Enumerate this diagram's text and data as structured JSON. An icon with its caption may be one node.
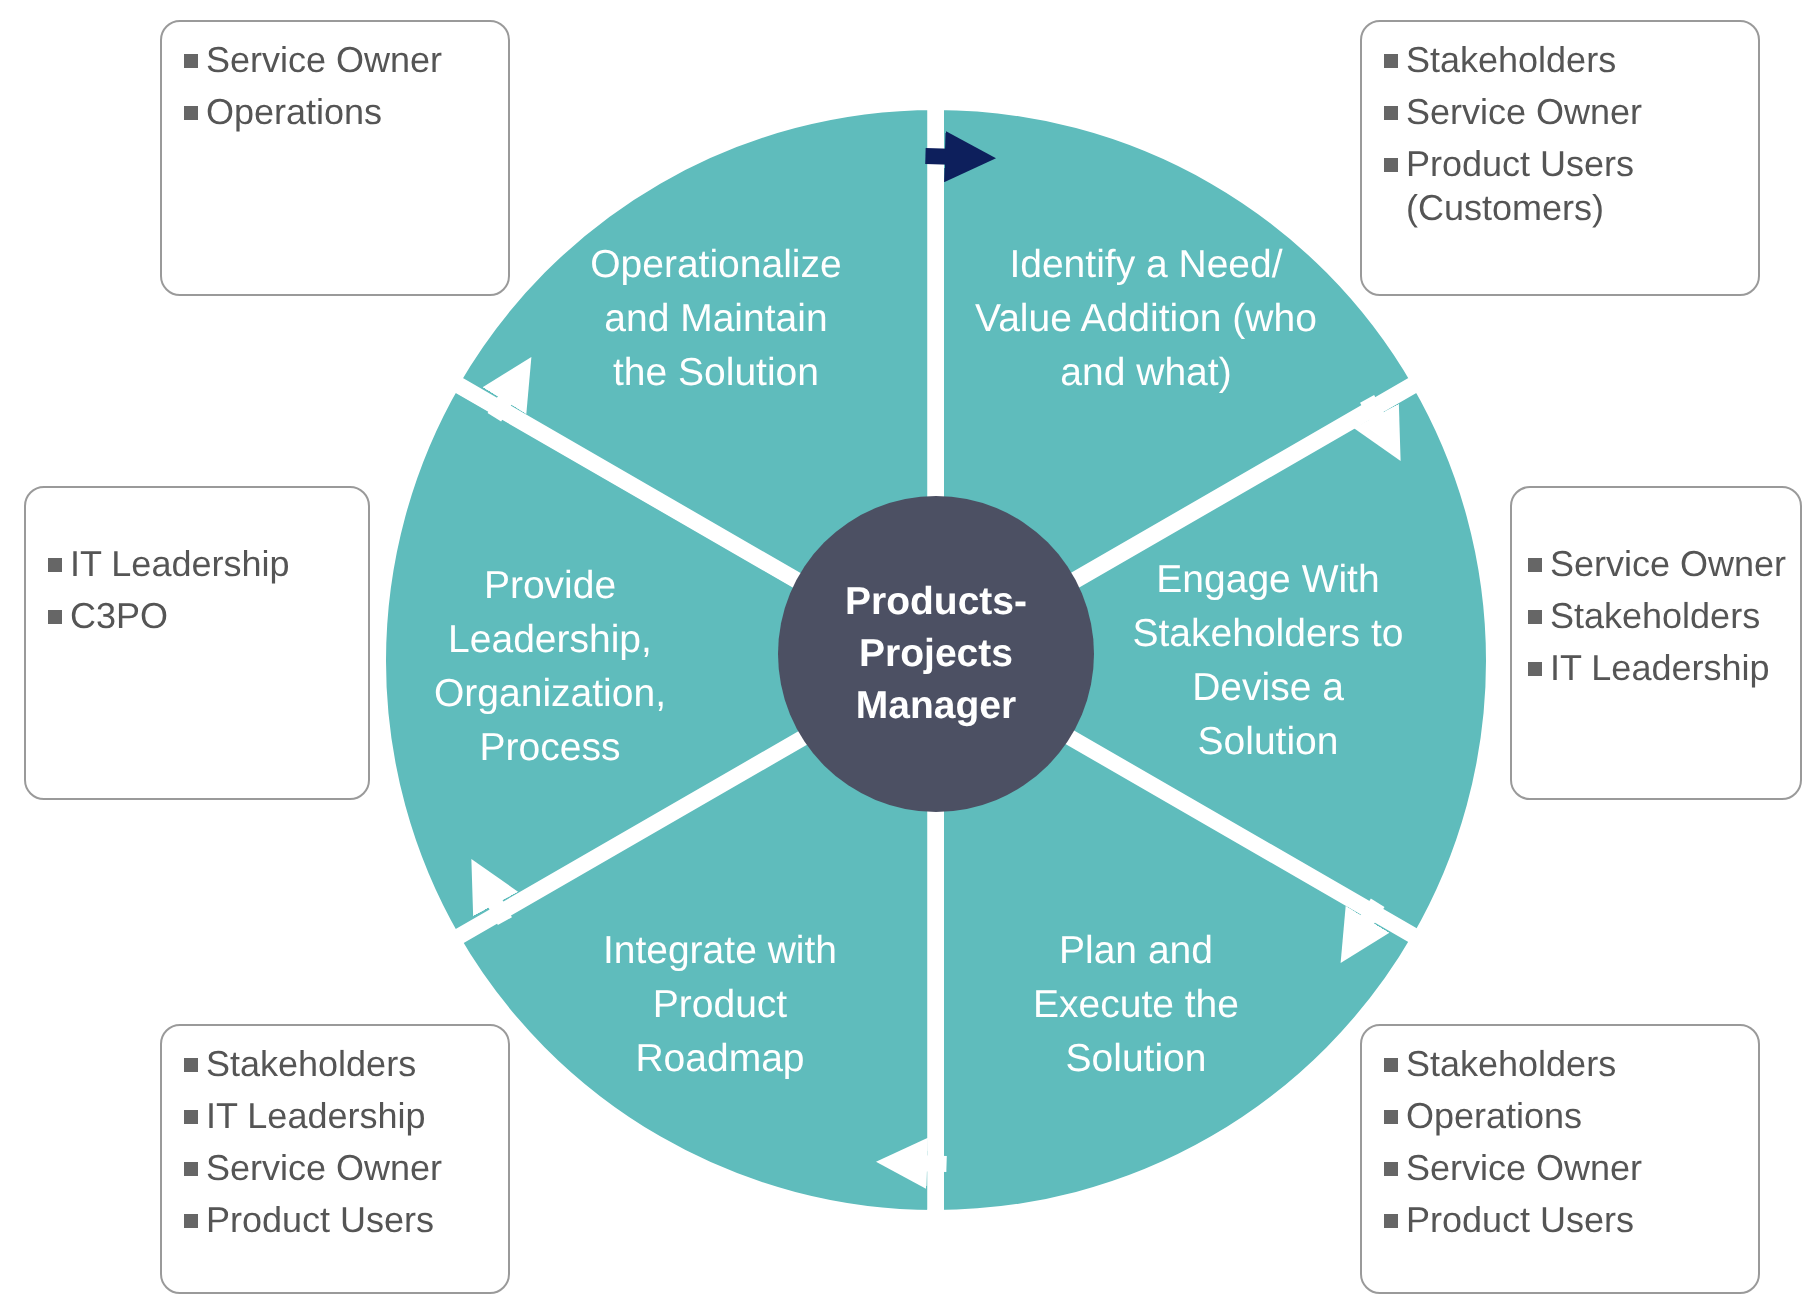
{
  "diagram": {
    "nodes": [
      {
        "text": [
          "Products-Projects Manager"
        ]
      },
      {
        "text": [
          "Identify a Need/ Value Addition (who and what)"
        ]
      },
      {
        "text": [
          "Engage With Stakeholders to Devise a Solution"
        ]
      },
      {
        "text": [
          "Plan and Execute the Solution"
        ]
      },
      {
        "text": [
          "Integrate with Product Roadmap"
        ]
      },
      {
        "text": [
          "Provide Leadership, Organization, Process"
        ]
      },
      {
        "text": [
          "Operationalize and Maintain the Solution"
        ]
      },
      {
        "text": [
          "Stakeholders",
          "Service Owner",
          "Product Users (Customers)"
        ]
      },
      {
        "text": [
          "Service Owner",
          "Stakeholders",
          "IT Leadership"
        ]
      },
      {
        "text": [
          "Stakeholders",
          "Operations",
          "Service Owner",
          "Product Users"
        ]
      },
      {
        "text": [
          "Stakeholders",
          "IT Leadership",
          "Service Owner",
          "Product Users"
        ]
      },
      {
        "text": [
          "IT Leadership",
          "C3PO"
        ]
      },
      {
        "text": [
          "Service Owner",
          "Operations"
        ]
      }
    ],
    "edges": [
      {
        "from": 1,
        "to": 2,
        "arrow": "to"
      },
      {
        "from": 2,
        "to": 3,
        "arrow": "to"
      },
      {
        "from": 3,
        "to": 4,
        "arrow": "to"
      },
      {
        "from": 4,
        "to": 5,
        "arrow": "to"
      },
      {
        "from": 5,
        "to": 6,
        "arrow": "to"
      },
      {
        "from": 6,
        "to": 1,
        "arrow": "to",
        "color": "#0d1f5c"
      }
    ]
  }
}
